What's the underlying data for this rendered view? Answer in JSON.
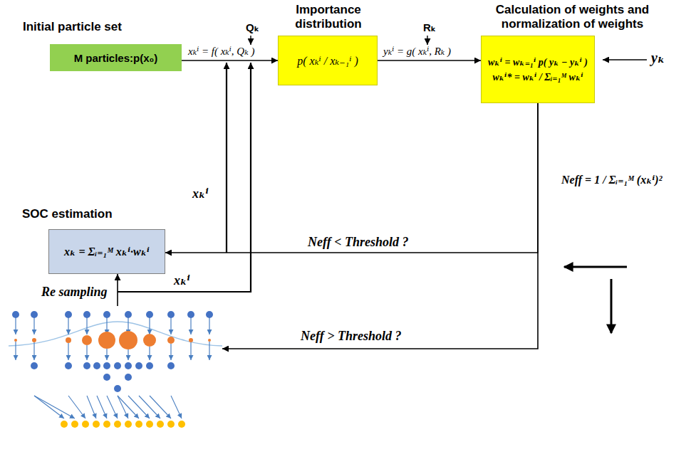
{
  "diagram": {
    "nodes": [
      {
        "text": [
          "Initial particle set",
          "M particles:p(x₀)"
        ]
      },
      {
        "text": [
          "Importance distribution",
          "p( xₖⁱ / xₖ₋₁ⁱ )"
        ]
      },
      {
        "text": [
          "Calculation of weights and normalization of weights",
          "wₖⁱ = wₖ₌₁ⁱ p( yₖ − yₖⁱ )",
          "wₖⁱ* = wₖⁱ / Σᵢ₌₁ᴹ wₖⁱ"
        ]
      },
      {
        "text": [
          "SOC estimation",
          "xₖ = Σᵢ₌₁ᴹ xₖⁱ·wₖⁱ"
        ]
      },
      {
        "text": [
          "Re sampling"
        ]
      }
    ],
    "edges": [
      {
        "from": 0,
        "to": 1,
        "arrow": "to",
        "label": "xₖⁱ = f( xₖⁱ, Qₖ )"
      },
      {
        "from": 1,
        "to": 2,
        "arrow": "to",
        "label": "yₖⁱ = g( xₖⁱ, Rₖ )"
      },
      {
        "from": 2,
        "to": 3,
        "arrow": "to",
        "label": "Neff < Threshold ?"
      },
      {
        "from": 2,
        "to": 4,
        "arrow": "to",
        "label": "Neff > Threshold ?"
      },
      {
        "from": 4,
        "to": 3,
        "arrow": "to"
      }
    ],
    "labels": [
      "Qₖ",
      "Rₖ",
      "yₖ",
      "xₖⁱ",
      "xₖⁱ",
      "Neff = 1 / Σᵢ₌₁ᴹ (xₖⁱ)²"
    ]
  }
}
